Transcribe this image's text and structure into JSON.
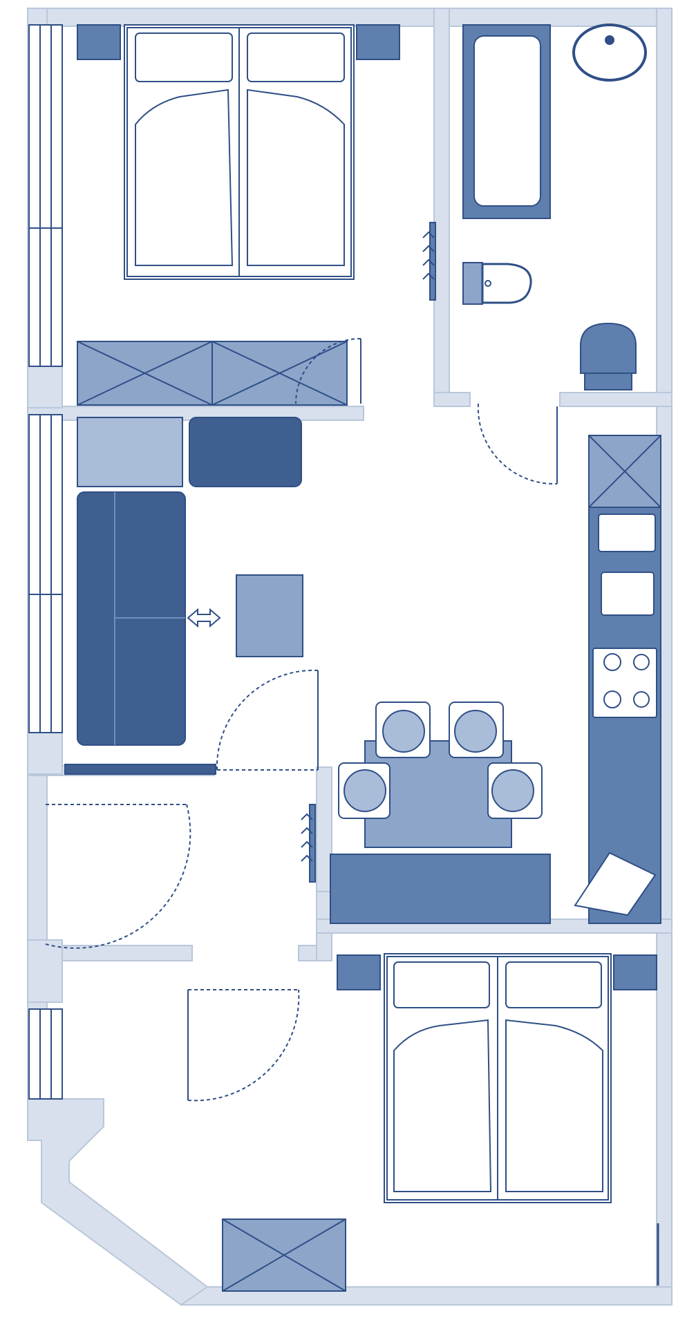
{
  "colors": {
    "wall": "#d7e0ec",
    "wall_edge": "#b9c7db",
    "furniture_dark": "#3f5f90",
    "furniture_mid": "#5f7fae",
    "furniture_light": "#8da5c9",
    "furniture_pale": "#a9bcd8",
    "line": "#2f4f86",
    "paper": "#ffffff"
  },
  "rooms": [
    {
      "id": "bedroom-1",
      "furniture": [
        "double-bed",
        "nightstand",
        "nightstand",
        "wardrobe",
        "window",
        "window"
      ]
    },
    {
      "id": "bathroom",
      "furniture": [
        "bathtub",
        "washbasin",
        "bidet",
        "toilet",
        "towel-radiator"
      ]
    },
    {
      "id": "living-kitchen",
      "furniture": [
        "corner-sofa",
        "armchair",
        "side-table",
        "coffee-table",
        "dining-table",
        "chair",
        "chair",
        "chair",
        "chair",
        "bench",
        "kitchen-counter",
        "fridge",
        "sink",
        "cooktop",
        "dishwasher",
        "window",
        "window"
      ]
    },
    {
      "id": "hallway",
      "furniture": [
        "radiator",
        "entrance-door"
      ]
    },
    {
      "id": "bedroom-2",
      "furniture": [
        "double-bed",
        "nightstand",
        "nightstand",
        "wardrobe",
        "window"
      ]
    }
  ]
}
